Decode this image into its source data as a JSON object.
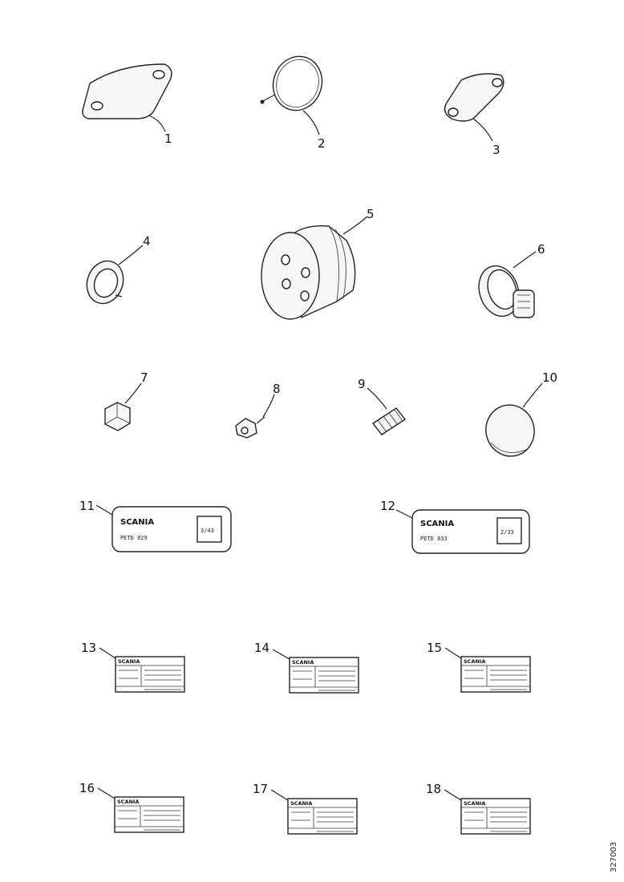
{
  "callouts": [
    "1",
    "2",
    "3",
    "4",
    "5",
    "6",
    "7",
    "8",
    "9",
    "10",
    "11",
    "12",
    "13",
    "14",
    "15",
    "16",
    "17",
    "18"
  ],
  "plates": {
    "large_brand": "SCANIA",
    "plate11": {
      "code": "PETD 829",
      "box": "3/43"
    },
    "plate12": {
      "code": "PETD 833",
      "box": "2/33"
    }
  },
  "tiny_plate_brand": "SCANIA",
  "figure_id": "327003"
}
